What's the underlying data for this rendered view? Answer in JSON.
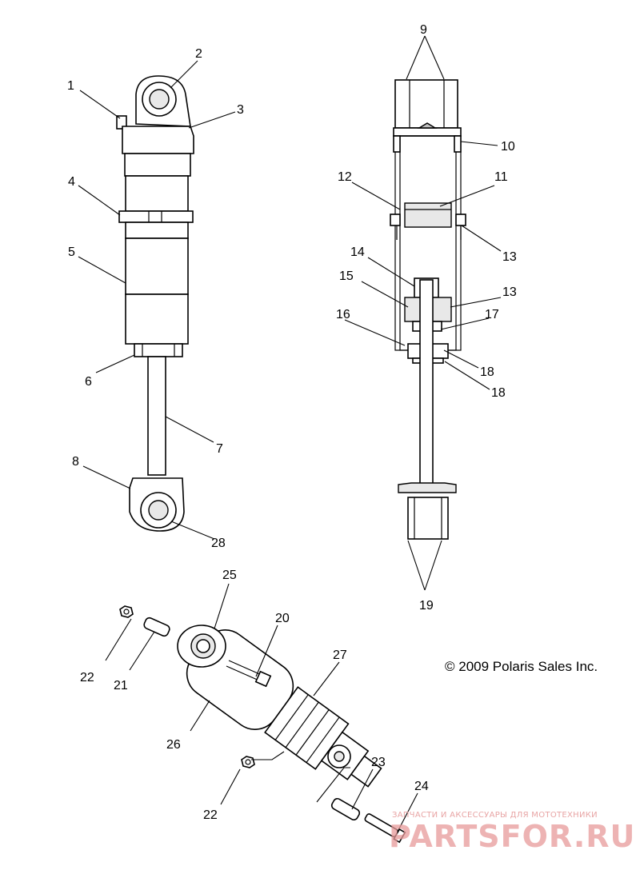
{
  "callouts": [
    "1",
    "2",
    "3",
    "4",
    "5",
    "6",
    "7",
    "8",
    "9",
    "10",
    "11",
    "12",
    "13",
    "13",
    "14",
    "15",
    "16",
    "17",
    "18",
    "18",
    "19",
    "20",
    "21",
    "22",
    "22",
    "23",
    "24",
    "25",
    "26",
    "27",
    "28"
  ],
  "copyright": "© 2009 Polaris Sales Inc.",
  "watermark": {
    "tagline": "ЗАПЧАСТИ И АКСЕССУАРЫ ДЛЯ МОТОТЕХНИКИ",
    "logo": "PARTSFOR.RU"
  }
}
